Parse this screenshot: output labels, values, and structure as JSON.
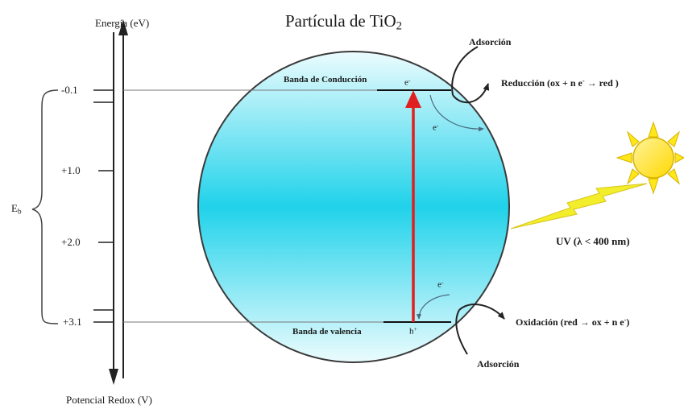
{
  "title": {
    "prefix": "Partícula de TiO",
    "subscript": "2"
  },
  "axis": {
    "top_label": "Energía (eV)",
    "bottom_label": "Potencial Redox (V)",
    "ticks": [
      "-0.1",
      "+1.0",
      "+2.0",
      "+3.1"
    ]
  },
  "bandgap_label": {
    "main": "E",
    "subscript": "b"
  },
  "bands": {
    "conduction": "Banda de Conducción",
    "valence": "Banda de valencia"
  },
  "carriers": {
    "electron": "e",
    "electron_superscript": "-",
    "hole": "h",
    "hole_superscript": "+"
  },
  "processes": {
    "adsorption_top": "Adsorción",
    "adsorption_bottom": "Adsorción",
    "reduction": "Reducción (ox + n e",
    "reduction_superscript": "-",
    "reduction_tail": " → red )",
    "oxidation": "Oxidación (red → ox + n e",
    "oxidation_superscript": "-",
    "oxidation_tail": ")"
  },
  "uv_label": "UV (λ < 400 nm)",
  "colors": {
    "particle_center": "#22d3ea",
    "particle_edge": "#e6fbfe",
    "excitation_arrow": "#e02020",
    "sun": "#ffe71a",
    "sun_outline": "#d7b400",
    "lightning": "#f2ee2c",
    "line": "#222222"
  },
  "icons": [
    "sun-icon",
    "lightning-icon"
  ]
}
